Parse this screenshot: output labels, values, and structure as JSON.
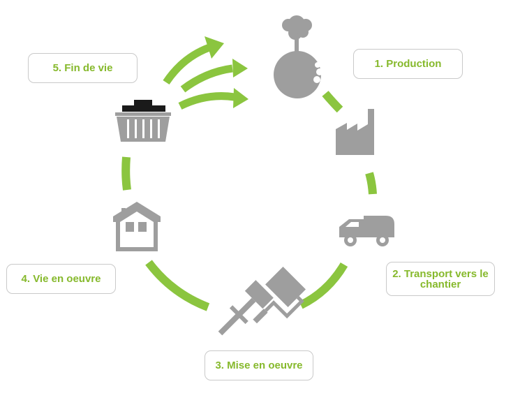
{
  "stages": [
    {
      "id": "production",
      "label": "1. Production"
    },
    {
      "id": "transport",
      "label": "2. Transport vers le chantier"
    },
    {
      "id": "mise",
      "label": "3. Mise en oeuvre"
    },
    {
      "id": "vie",
      "label": "4. Vie en oeuvre"
    },
    {
      "id": "fin",
      "label": "5. Fin de vie"
    }
  ],
  "colors": {
    "accent_green": "#8bc53f",
    "label_green": "#86b92c",
    "icon_grey": "#9e9e9e",
    "icon_dark": "#1a1a1a",
    "box_border": "#c9c9c9"
  },
  "icons": [
    "earth-smoke-icon",
    "factory-icon",
    "truck-icon",
    "tools-icon",
    "house-icon",
    "dumpster-icon",
    "recycle-arrows-icon"
  ]
}
